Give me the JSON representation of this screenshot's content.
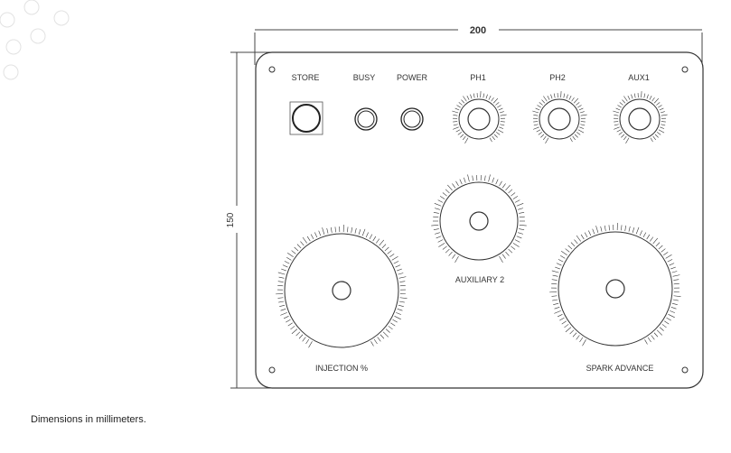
{
  "dimensions": {
    "width_label": "200",
    "height_label": "150"
  },
  "panel": {
    "labels": {
      "store": "STORE",
      "busy": "BUSY",
      "power": "POWER",
      "ph1": "PH1",
      "ph2": "PH2",
      "aux1": "AUX1",
      "auxiliary2": "AUXILIARY 2",
      "injection": "INJECTION %",
      "spark": "SPARK ADVANCE"
    }
  },
  "caption": "Dimensions in millimeters.",
  "colors": {
    "line": "#333333",
    "faint": "#dddddd"
  }
}
